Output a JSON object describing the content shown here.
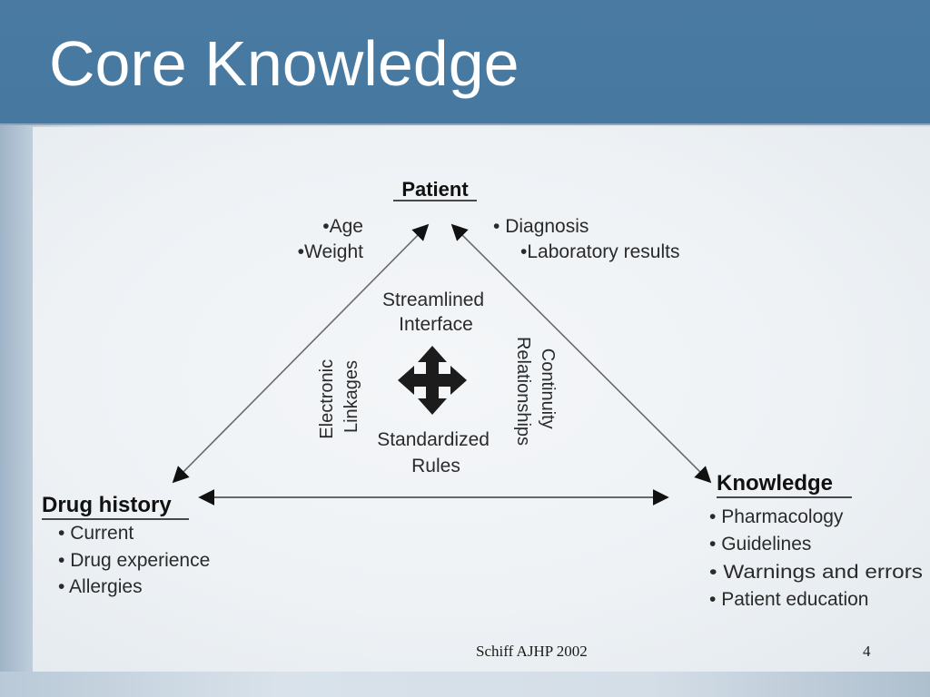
{
  "slide": {
    "title": "Core Knowledge",
    "footer": "Schiff AJHP 2002",
    "page_number": "4"
  },
  "diagram": {
    "center_icon": "four-way-arrow-icon",
    "top_node": {
      "label": "Patient",
      "left_items": [
        "Age",
        "Weight"
      ],
      "right_items": [
        "Diagnosis",
        "Laboratory results"
      ]
    },
    "left_node": {
      "label": "Drug history",
      "items": [
        "Current",
        "Drug experience",
        "Allergies"
      ]
    },
    "right_node": {
      "label": "Knowledge",
      "items": [
        "Pharmacology",
        "Guidelines",
        "Warnings and errors",
        "Patient education"
      ]
    },
    "center": {
      "top_lines": [
        "Streamlined",
        "Interface"
      ],
      "bottom_lines": [
        "Standardized",
        "Rules"
      ]
    },
    "edges": {
      "left": [
        "Electronic",
        "Linkages"
      ],
      "right": [
        "Continuity",
        "Relationships"
      ]
    }
  }
}
